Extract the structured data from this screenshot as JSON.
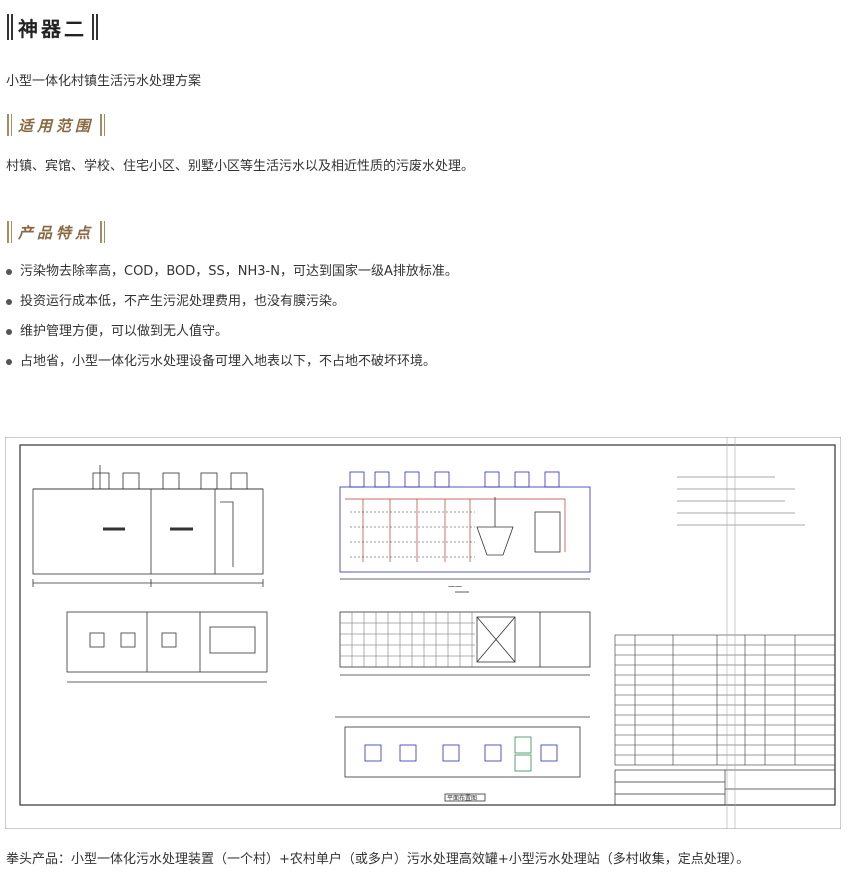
{
  "header": {
    "title": "神器二",
    "subtitle": "小型一体化村镇生活污水处理方案"
  },
  "scope": {
    "heading": "适用范围",
    "text": "村镇、宾馆、学校、住宅小区、别墅小区等生活污水以及相近性质的污废水处理。"
  },
  "features": {
    "heading": "产品特点",
    "items": [
      "污染物去除率高，COD，BOD，SS，NH3-N，可达到国家一级A排放标准。",
      "投资运行成本低，不产生污泥处理费用，也没有膜污染。",
      "维护管理方便，可以做到无人值守。",
      "占地省，小型一体化污水处理设备可埋入地表以下，不占地不破坏环境。"
    ]
  },
  "drawing": {
    "view_label": "一一",
    "plan_label": "平面布置图"
  },
  "caption": "拳头产品：小型一体化污水处理装置（一个村）+农村单户（或多户）污水处理高效罐+小型污水处理站（多村收集，定点处理）。",
  "colors": {
    "accent": "#8a6a43",
    "drawing_line": "#2b2bbf"
  }
}
